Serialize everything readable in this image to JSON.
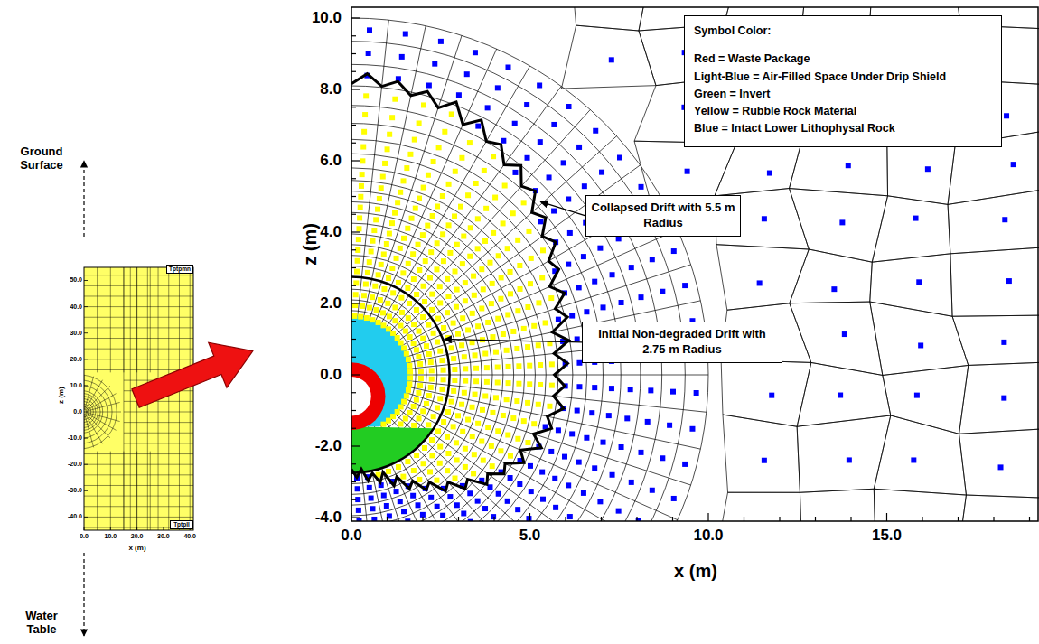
{
  "diagram": {
    "nodes": [
      {
        "text": [
          "Tptpmn"
        ]
      },
      {
        "text": [
          "Tptpll"
        ]
      },
      {
        "text": [
          "Symbol Color:",
          "Red = Waste Package",
          "Light-Blue = Air-Filled Space Under Drip Shield",
          "Green = Invert",
          "Yellow = Rubble Rock Material",
          "Blue = Intact Lower Lithophysal Rock"
        ]
      },
      {
        "text": [
          "Collapsed Drift with 5.5 m Radius"
        ]
      },
      {
        "text": [
          "Initial Non-degraded Drift with 2.75 m Radius"
        ]
      }
    ],
    "labels": [
      "Ground Surface",
      "Water Table",
      "z (m)",
      "x (m)",
      "50.0",
      "40.0",
      "30.0",
      "20.0",
      "10.0",
      "0.0",
      "-10.0",
      "-20.0",
      "-30.0",
      "-40.0",
      "0.0",
      "10.0",
      "20.0",
      "30.0",
      "40.0",
      "z (m)",
      "x (m)",
      "10.0",
      "8.0",
      "6.0",
      "4.0",
      "2.0",
      "0.0",
      "-2.0",
      "-4.0",
      "0.0",
      "5.0",
      "10.0",
      "15.0"
    ]
  }
}
